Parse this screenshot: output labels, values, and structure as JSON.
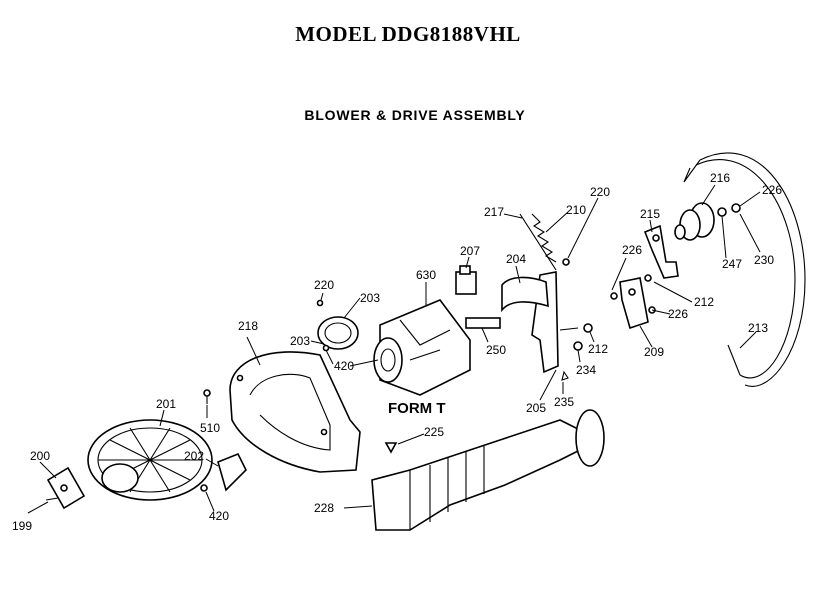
{
  "header": {
    "model": "MODEL DDG8188VHL",
    "section": "BLOWER & DRIVE ASSEMBLY"
  },
  "diagram": {
    "form_label": "FORM T",
    "callouts": {
      "c199": "199",
      "c200": "200",
      "c201": "201",
      "c202": "202",
      "c420a": "420",
      "c510": "510",
      "c218": "218",
      "c220a": "220",
      "c203a": "203",
      "c203b": "203",
      "c420b": "420",
      "c630": "630",
      "c250": "250",
      "c207": "207",
      "c204": "204",
      "c217": "217",
      "c210": "210",
      "c220b": "220",
      "c212a": "212",
      "c234": "234",
      "c235": "235",
      "c205": "205",
      "c225": "225",
      "c228": "228",
      "c215": "215",
      "c226a": "226",
      "c216": "216",
      "c226b": "226",
      "c230": "230",
      "c247": "247",
      "c212b": "212",
      "c226c": "226",
      "c209": "209",
      "c213": "213"
    }
  }
}
